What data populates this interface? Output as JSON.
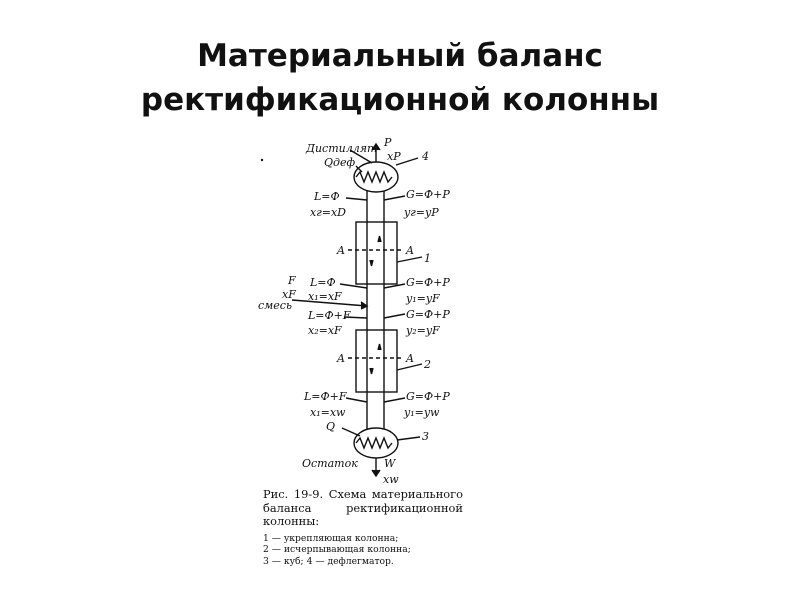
{
  "slide": {
    "title_line1": "Материальный баланс",
    "title_line2": "ректификационной колонны"
  },
  "diagram": {
    "labels": {
      "distillate": "Дистиллят",
      "p": "P",
      "xp": "xP",
      "q_top": "Qдеф",
      "n4": "4",
      "l_top": "L=Ф",
      "g_top": "G=Ф+P",
      "xd": "xг=xD",
      "yp": "yг=yP",
      "a1_left": "A",
      "a1_right": "A",
      "n1": "1",
      "f": "F",
      "xf": "xF",
      "mix": "смесь",
      "l_mid1": "L=Ф",
      "g_mid1": "G=Ф+P",
      "x_mid1": "x₁=xF",
      "y_mid1": "y₁=yF",
      "l_mid2": "L=Ф+F",
      "g_mid2": "G=Ф+P",
      "x_mid2": "x₂=xF",
      "y_mid2": "y₂=yF",
      "a2_left": "A",
      "a2_right": "A",
      "n2": "2",
      "l_bot": "L=Ф+F",
      "g_bot": "G=Ф+P",
      "xw_eq": "x₁=xw",
      "yw_eq": "y₁=yw",
      "q_bot": "Q",
      "n3": "3",
      "residue": "Остаток",
      "w": "W",
      "xw": "xw"
    }
  },
  "caption": {
    "main": "Рис. 19-9. Схема материального баланса ректификационной колонны:",
    "legend_line1": "1 — укрепляющая колонна;",
    "legend_line2": "2 — исчерпывающая колонна;",
    "legend_line3": "3 — куб; 4 — дефлегматор."
  }
}
